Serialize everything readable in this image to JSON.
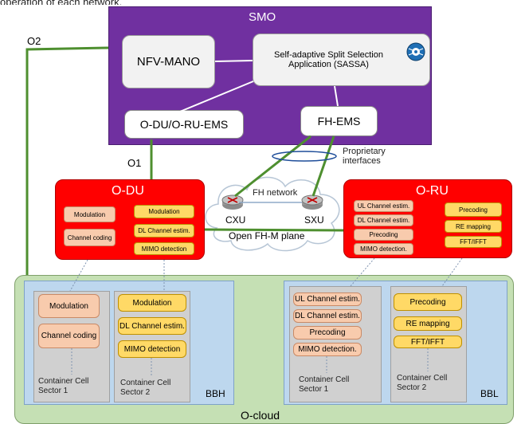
{
  "top_text": "operation of each network.",
  "smo": {
    "title": "SMO",
    "nfv": "NFV-MANO",
    "sassa": "Self-adaptive Split Selection Application (SASSA)",
    "ems1": "O-DU/O-RU-EMS",
    "ems2": "FH-EMS"
  },
  "links": {
    "o2": "O2",
    "o1": "O1",
    "proprietary": "Proprietary interfaces"
  },
  "odu": {
    "title": "O-DU",
    "left": [
      "Modulation",
      "Channel coding"
    ],
    "right": [
      "Modulation",
      "DL Channel estim.",
      "MIMO detection"
    ]
  },
  "fh": {
    "network": "FH network",
    "cxu": "CXU",
    "sxu": "SXU",
    "plane": "Open FH-M plane"
  },
  "oru": {
    "title": "O-RU",
    "left": [
      "UL Channel estim.",
      "DL Channel estim.",
      "Precoding",
      "MIMO detection."
    ],
    "right": [
      "Precoding",
      "RE mapping",
      "FFT/IFFT"
    ]
  },
  "cloud": {
    "label": "O-cloud",
    "bbh": {
      "label": "BBH",
      "c1": {
        "items": [
          "Modulation",
          "Channel coding"
        ],
        "label": "Container Cell Sector 1"
      },
      "c2": {
        "items": [
          "Modulation",
          "DL Channel estim.",
          "MIMO detection"
        ],
        "label": "Container Cell Sector 2"
      }
    },
    "bbl": {
      "label": "BBL",
      "c1": {
        "items": [
          "UL Channel estim.",
          "DL Channel estim.",
          "Precoding",
          "MIMO detection."
        ],
        "label": "Container Cell Sector 1"
      },
      "c2": {
        "items": [
          "Precoding",
          "RE mapping",
          "FFT/IFFT"
        ],
        "label": "Container Cell Sector 2"
      }
    }
  },
  "colors": {
    "smo": "#7030a0",
    "red": "#ff0000",
    "cloud": "#c5e0b4",
    "blue": "#bdd7ee",
    "line": "#4e8f2f"
  }
}
